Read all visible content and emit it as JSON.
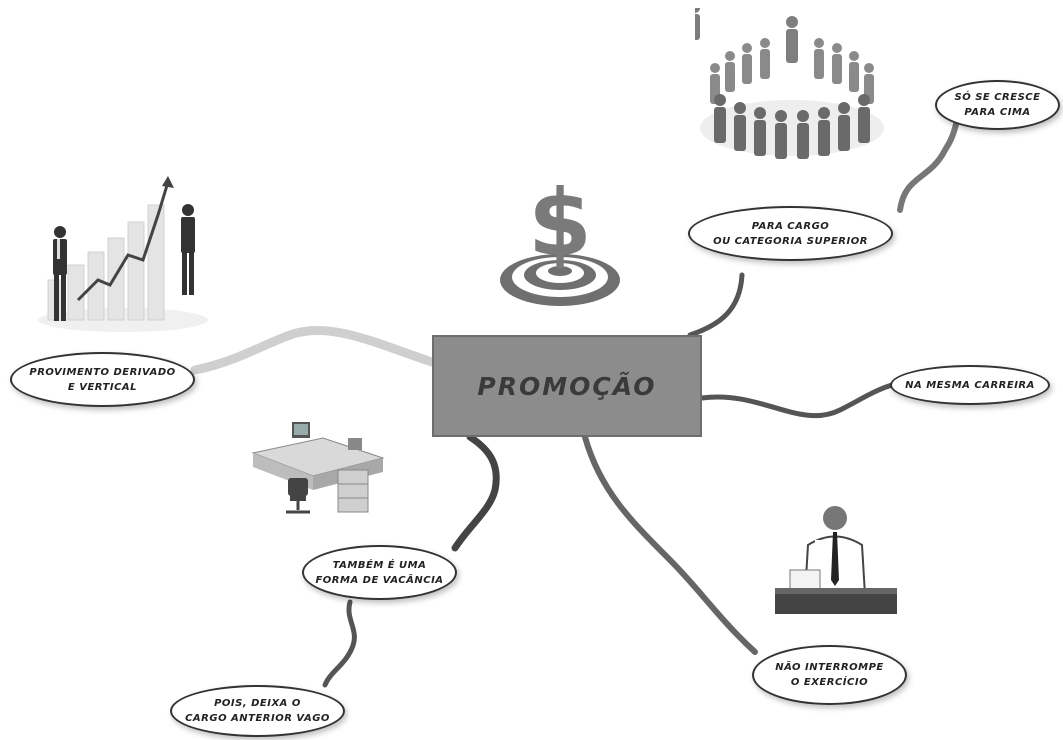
{
  "diagram": {
    "center": {
      "label": "PROMOÇÃO"
    },
    "nodes": [
      {
        "id": "so-se-cresce",
        "lines": [
          "SÓ SE CRESCE",
          "PARA CIMA"
        ]
      },
      {
        "id": "cargo-superior",
        "lines": [
          "PARA CARGO",
          "OU CATEGORIA SUPERIOR"
        ]
      },
      {
        "id": "provimento",
        "lines": [
          "PROVIMENTO DERIVADO",
          "E VERTICAL"
        ]
      },
      {
        "id": "mesma-carreira",
        "lines": [
          "NA MESMA CARREIRA"
        ]
      },
      {
        "id": "vacancia",
        "lines": [
          "TAMBÉM É UMA",
          "FORMA DE VACÂNCIA"
        ]
      },
      {
        "id": "cargo-anterior",
        "lines": [
          "POIS, DEIXA O",
          "CARGO ANTERIOR VAGO"
        ]
      },
      {
        "id": "nao-interrompe",
        "lines": [
          "NÃO INTERROMPE",
          "O EXERCÍCIO"
        ]
      }
    ],
    "illustrations": [
      "dollar-target-icon",
      "crowd-circle-illustration",
      "growth-chart-businessmen-illustration",
      "office-desk-illustration",
      "businessman-at-desk-illustration"
    ],
    "colors": {
      "central_fill": "#8c8c8c",
      "central_text": "#3a3a3a",
      "connector": "#555555",
      "bubble_border": "#333333"
    }
  }
}
